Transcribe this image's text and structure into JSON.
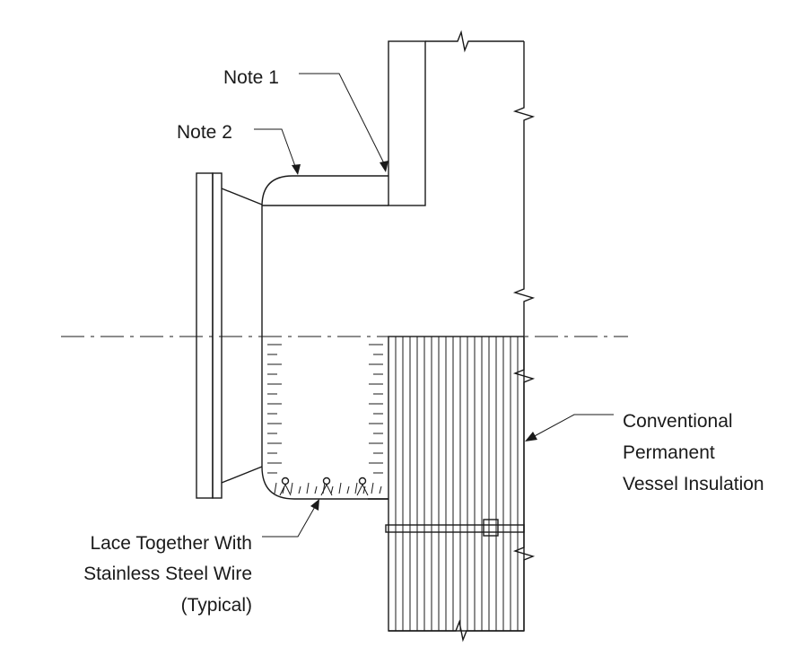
{
  "labels": {
    "note1": "Note 1",
    "note2": "Note 2",
    "insulation_line1": "Conventional",
    "insulation_line2": "Permanent",
    "insulation_line3": "Vessel Insulation",
    "lace_line1": "Lace Together With",
    "lace_line2": "Stainless Steel Wire",
    "lace_line3": "(Typical)"
  }
}
